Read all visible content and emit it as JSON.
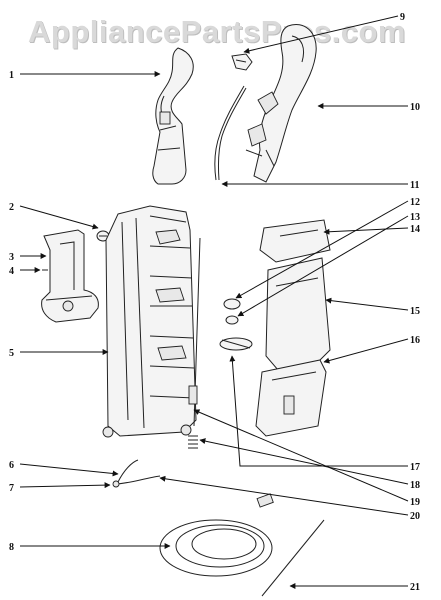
{
  "watermark": "AppliancePartsPros.com",
  "callouts": [
    {
      "id": "1",
      "label": "1"
    },
    {
      "id": "2",
      "label": "2"
    },
    {
      "id": "3",
      "label": "3"
    },
    {
      "id": "4",
      "label": "4"
    },
    {
      "id": "5",
      "label": "5"
    },
    {
      "id": "6",
      "label": "6"
    },
    {
      "id": "7",
      "label": "7"
    },
    {
      "id": "8",
      "label": "8"
    },
    {
      "id": "9",
      "label": "9"
    },
    {
      "id": "10",
      "label": "10"
    },
    {
      "id": "11",
      "label": "11"
    },
    {
      "id": "12",
      "label": "12"
    },
    {
      "id": "13",
      "label": "13"
    },
    {
      "id": "14",
      "label": "14"
    },
    {
      "id": "15",
      "label": "15"
    },
    {
      "id": "16",
      "label": "16"
    },
    {
      "id": "17",
      "label": "17"
    },
    {
      "id": "18",
      "label": "18"
    },
    {
      "id": "19",
      "label": "19"
    },
    {
      "id": "20",
      "label": "20"
    },
    {
      "id": "21",
      "label": "21"
    }
  ]
}
